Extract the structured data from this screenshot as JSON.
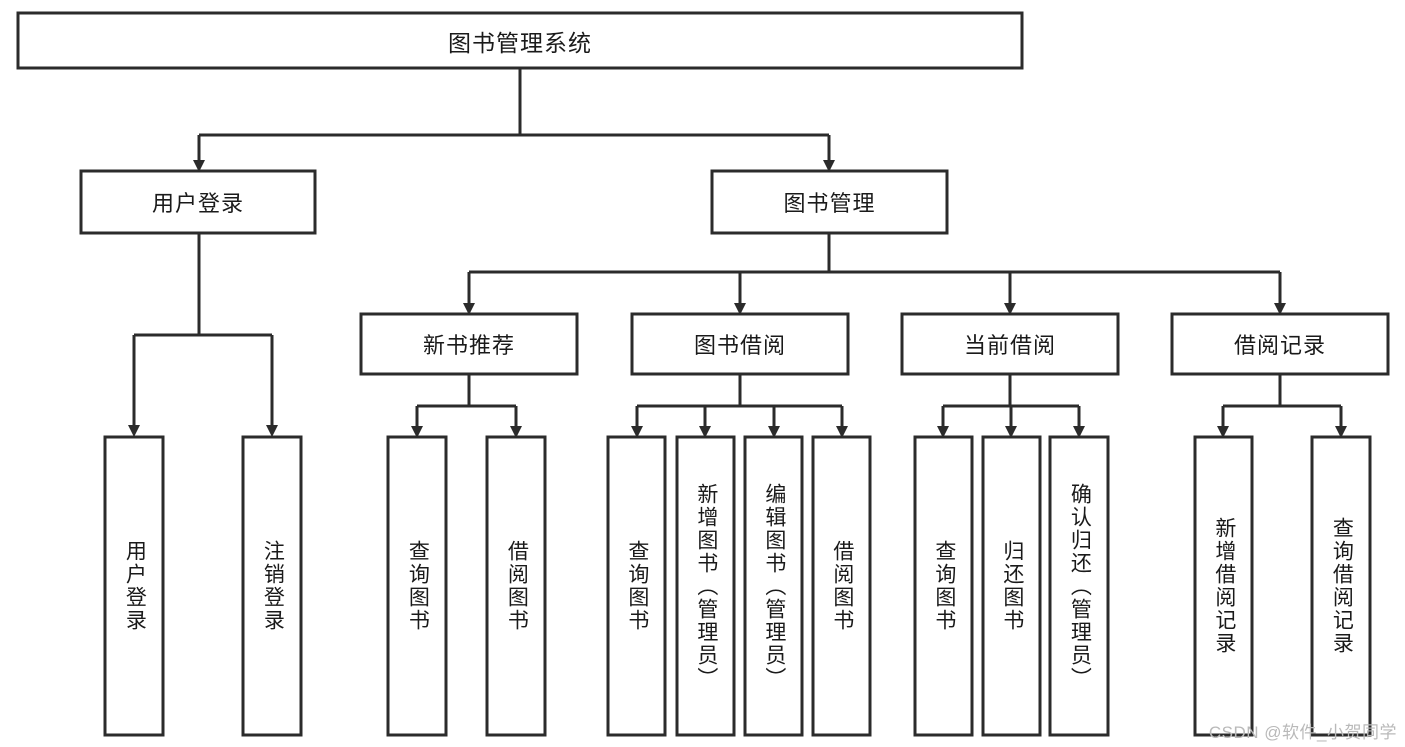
{
  "diagram": {
    "type": "tree-hierarchy",
    "title": "图书管理系统",
    "watermark": "CSDN @软件_小贺同学",
    "colors": {
      "stroke": "#2b2b2b",
      "fill": "#ffffff",
      "text": "#1a1a1a",
      "watermark": "#b9b9b9"
    },
    "levels": {
      "root": {
        "label": "图书管理系统",
        "orientation": "horizontal"
      },
      "level2": [
        {
          "id": "user-login",
          "label": "用户登录",
          "orientation": "horizontal"
        },
        {
          "id": "book-management",
          "label": "图书管理",
          "orientation": "horizontal"
        }
      ],
      "level3": [
        {
          "id": "new-book-recommend",
          "label": "新书推荐",
          "orientation": "horizontal",
          "parent": "book-management"
        },
        {
          "id": "book-borrow",
          "label": "图书借阅",
          "orientation": "horizontal",
          "parent": "book-management"
        },
        {
          "id": "current-borrow",
          "label": "当前借阅",
          "orientation": "horizontal",
          "parent": "book-management"
        },
        {
          "id": "borrow-record",
          "label": "借阅记录",
          "orientation": "horizontal",
          "parent": "book-management"
        }
      ],
      "leaves": [
        {
          "id": "leaf-user-login",
          "label": "用户登录",
          "orientation": "vertical",
          "parent": "user-login"
        },
        {
          "id": "leaf-user-logout",
          "label": "注销登录",
          "orientation": "vertical",
          "parent": "user-login"
        },
        {
          "id": "leaf-query-book-1",
          "label": "查询图书",
          "orientation": "vertical",
          "parent": "new-book-recommend"
        },
        {
          "id": "leaf-borrow-book-1",
          "label": "借阅图书",
          "orientation": "vertical",
          "parent": "new-book-recommend"
        },
        {
          "id": "leaf-query-book-2",
          "label": "查询图书",
          "orientation": "vertical",
          "parent": "book-borrow"
        },
        {
          "id": "leaf-add-book",
          "label": "新增图书（管理员）",
          "orientation": "vertical",
          "parent": "book-borrow"
        },
        {
          "id": "leaf-edit-book",
          "label": "编辑图书（管理员）",
          "orientation": "vertical",
          "parent": "book-borrow"
        },
        {
          "id": "leaf-borrow-book-2",
          "label": "借阅图书",
          "orientation": "vertical",
          "parent": "book-borrow"
        },
        {
          "id": "leaf-query-book-3",
          "label": "查询图书",
          "orientation": "vertical",
          "parent": "current-borrow"
        },
        {
          "id": "leaf-return-book",
          "label": "归还图书",
          "orientation": "vertical",
          "parent": "current-borrow"
        },
        {
          "id": "leaf-confirm-return",
          "label": "确认归还（管理员）",
          "orientation": "vertical",
          "parent": "current-borrow"
        },
        {
          "id": "leaf-add-record",
          "label": "新增借阅记录",
          "orientation": "vertical",
          "parent": "borrow-record"
        },
        {
          "id": "leaf-query-record",
          "label": "查询借阅记录",
          "orientation": "vertical",
          "parent": "borrow-record"
        }
      ]
    }
  }
}
